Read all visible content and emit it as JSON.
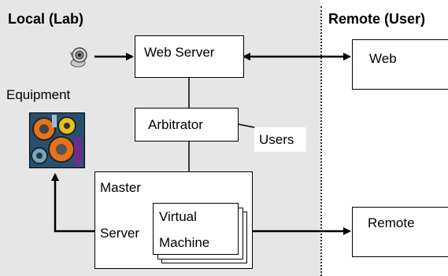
{
  "regions": {
    "local": {
      "title": "Local (Lab)"
    },
    "remote": {
      "title": "Remote (User)"
    }
  },
  "nodes": {
    "web_server": "Web Server",
    "arbitrator": "Arbitrator",
    "users": "Users",
    "equipment": "Equipment",
    "master": "Master",
    "server": "Server",
    "virtual_machine_line1": "Virtual",
    "virtual_machine_line2": "Machine",
    "web_client": "Web",
    "remote_client": "Remote"
  },
  "icons": {
    "camera": "webcam-icon",
    "equipment": "gears-machinery-icon"
  },
  "colors": {
    "local_background": "#e6e6e6",
    "line": "#000000"
  }
}
